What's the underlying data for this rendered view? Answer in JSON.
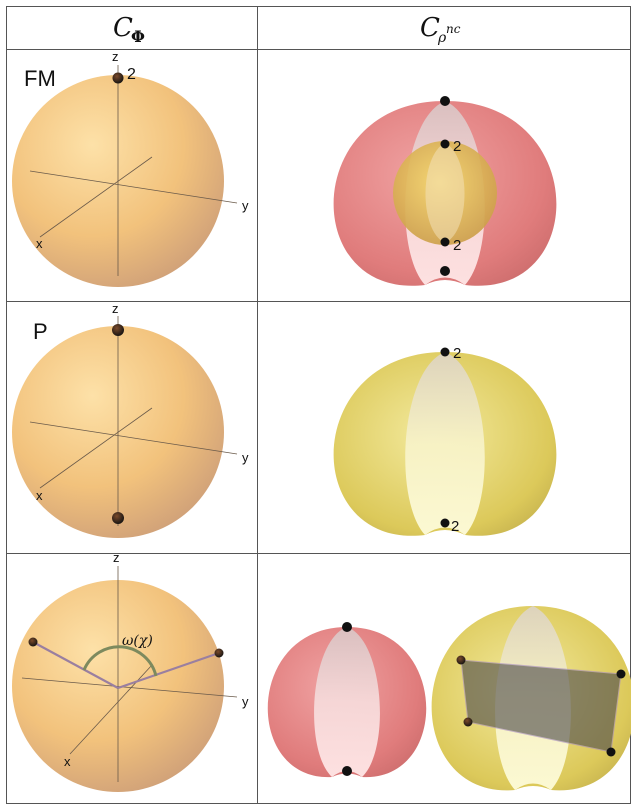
{
  "headers": {
    "col1_main": "C",
    "col1_sub": "Φ",
    "col2_main": "C",
    "col2_sub": "ρ",
    "col2_sup": "nc"
  },
  "rows": [
    {
      "label": "FM",
      "axes": {
        "x": "x",
        "y": "y",
        "z": "z"
      },
      "top_multiplicity": "2",
      "right_multiplicities": [
        "2",
        "2"
      ]
    },
    {
      "label": "P",
      "axes": {
        "x": "x",
        "y": "y",
        "z": "z"
      },
      "right_multiplicities": [
        "2",
        "2"
      ]
    },
    {
      "label": "",
      "axes": {
        "x": "x",
        "y": "y",
        "z": "z"
      },
      "angle_label": "ω(χ)"
    }
  ],
  "colors": {
    "sphere": "#f2c27c",
    "red_shell": "#e07c7c",
    "yellow_shell": "#dcc95a",
    "pink_inner": "#fbd3d6",
    "plane": "#5c5a5a"
  }
}
